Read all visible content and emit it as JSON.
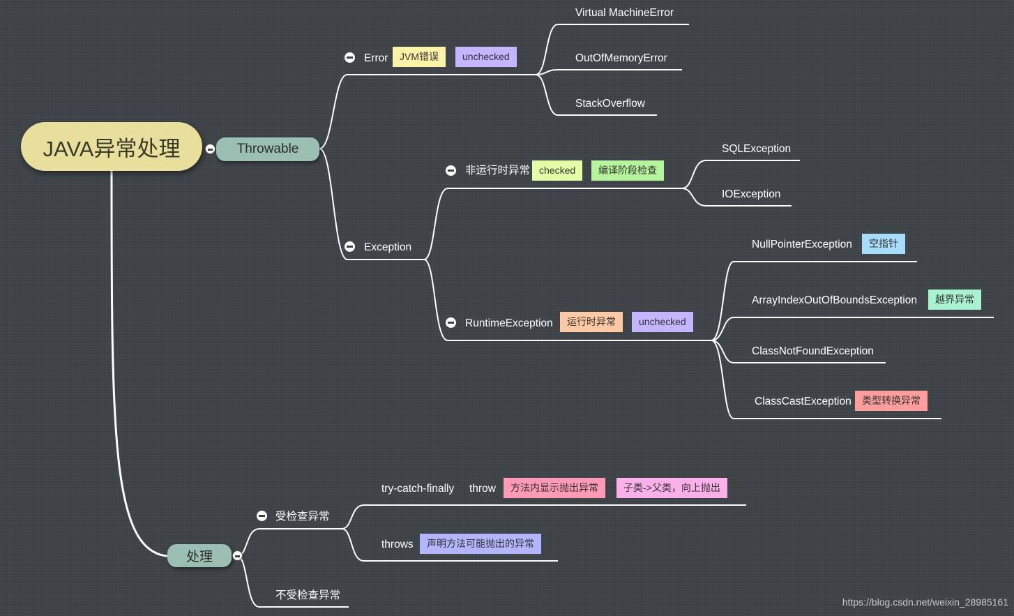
{
  "root": "JAVA异常处理",
  "throwable": {
    "label": "Throwable",
    "error": {
      "label": "Error",
      "tags": [
        "JVM错误",
        "unchecked"
      ],
      "children": [
        "Virtual MachineError",
        "OutOfMemoryError",
        "StackOverflow"
      ]
    },
    "exception": {
      "label": "Exception",
      "checked_branch": {
        "label": "非运行时异常",
        "tags": [
          "checked",
          "编译阶段检查"
        ],
        "children": [
          "SQLException",
          "IOException"
        ]
      },
      "runtime_branch": {
        "label": "RuntimeException",
        "tags": [
          "运行时异常",
          "unchecked"
        ],
        "children": [
          {
            "label": "NullPointerException",
            "tag": "空指针"
          },
          {
            "label": "ArrayIndexOutOfBoundsException",
            "tag": "越界异常"
          },
          {
            "label": "ClassNotFoundException",
            "tag": ""
          },
          {
            "label": "ClassCastException",
            "tag": "类型转换异常"
          }
        ]
      }
    }
  },
  "handling": {
    "label": "处理",
    "checked": {
      "label": "受检查异常",
      "try": {
        "label": "try-catch-finally",
        "throw": "throw",
        "tags": [
          "方法内显示抛出异常",
          "子类->父类，向上抛出"
        ]
      },
      "throws": {
        "label": "throws",
        "tag": "声明方法可能抛出的异常"
      }
    },
    "unchecked": {
      "label": "不受检查异常"
    }
  },
  "watermark": "https://blog.csdn.net/weixin_28985161",
  "colors": {
    "background": "#3c4146",
    "root": "#e9df9c",
    "pill": "#9bbfb2",
    "tag_yellow": "#fdf3a8",
    "tag_purple": "#c3b5ff",
    "tag_green": "#d9ff9e",
    "tag_lime": "#b6f59b",
    "tag_blue": "#a8dcfb",
    "tag_mint": "#a9f2cf",
    "tag_orange": "#ffc9a3",
    "tag_red": "#ff9e9c",
    "tag_pink": "#ff9bb6",
    "tag_magenta": "#fbb0ea",
    "tag_violet": "#b3b6ff"
  }
}
